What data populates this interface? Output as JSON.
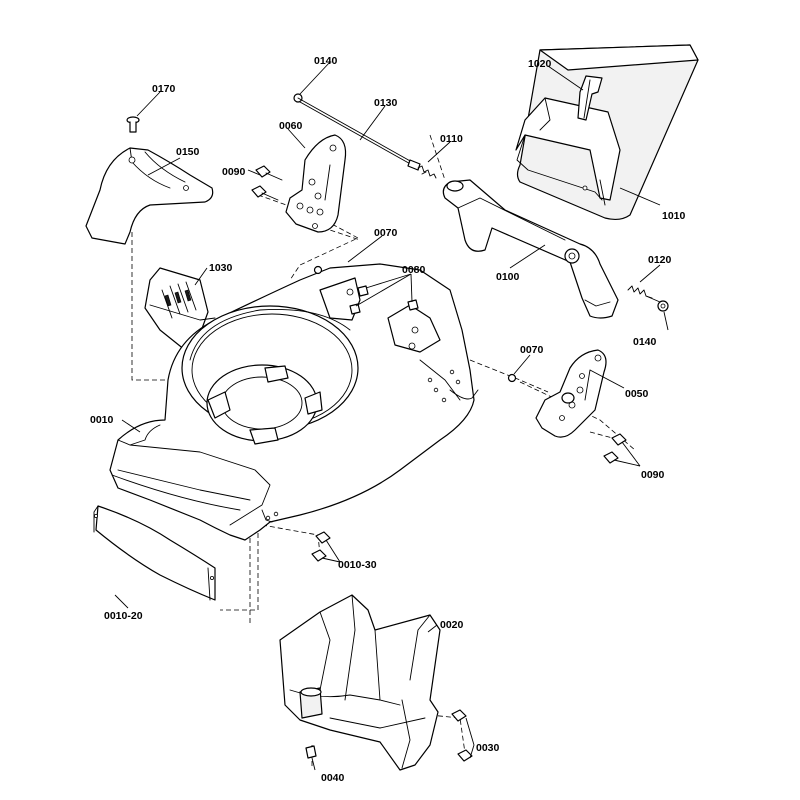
{
  "diagram": {
    "callouts": {
      "c0140a": "0140",
      "c0170": "0170",
      "c0130": "0130",
      "c1020": "1020",
      "c0060": "0060",
      "c0150": "0150",
      "c0110": "0110",
      "c0090a": "0090",
      "c1010": "1010",
      "c0070a": "0070",
      "c1030": "1030",
      "c0080": "0080",
      "c0100": "0100",
      "c0120": "0120",
      "c0140b": "0140",
      "c0070b": "0070",
      "c0050": "0050",
      "c0010": "0010",
      "c0090b": "0090",
      "c0010_30": "0010-30",
      "c0010_20": "0010-20",
      "c0020": "0020",
      "c0030": "0030",
      "c0040": "0040"
    }
  }
}
